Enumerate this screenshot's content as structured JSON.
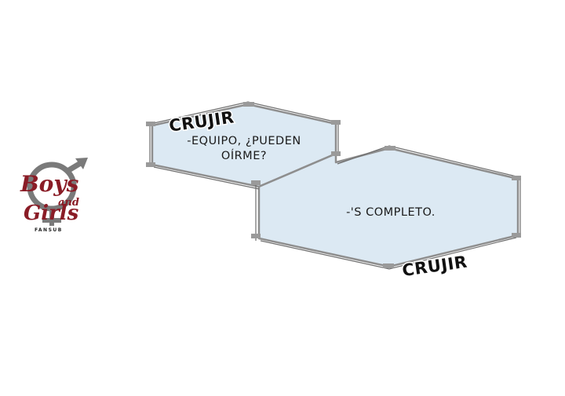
{
  "logo": {
    "word1": "Boys",
    "word2": "and",
    "word3": "Girls",
    "tagline": "FANSUB",
    "colors": {
      "primary": "#8a1c26",
      "symbol": "#7a7a7a"
    }
  },
  "panels": [
    {
      "name": "upper-hologram-screen",
      "dialogue": [
        "-EQUIPO, ¿PUEDEN",
        "OÍRME?"
      ]
    },
    {
      "name": "lower-hologram-screen",
      "dialogue": [
        "-'S COMPLETO."
      ]
    }
  ],
  "sound_effects": [
    "CRUJIR",
    "CRUJIR"
  ],
  "colors": {
    "panel_fill": "#dce9f3",
    "frame": "#8e8e8e",
    "text": "#1a1a1a"
  }
}
